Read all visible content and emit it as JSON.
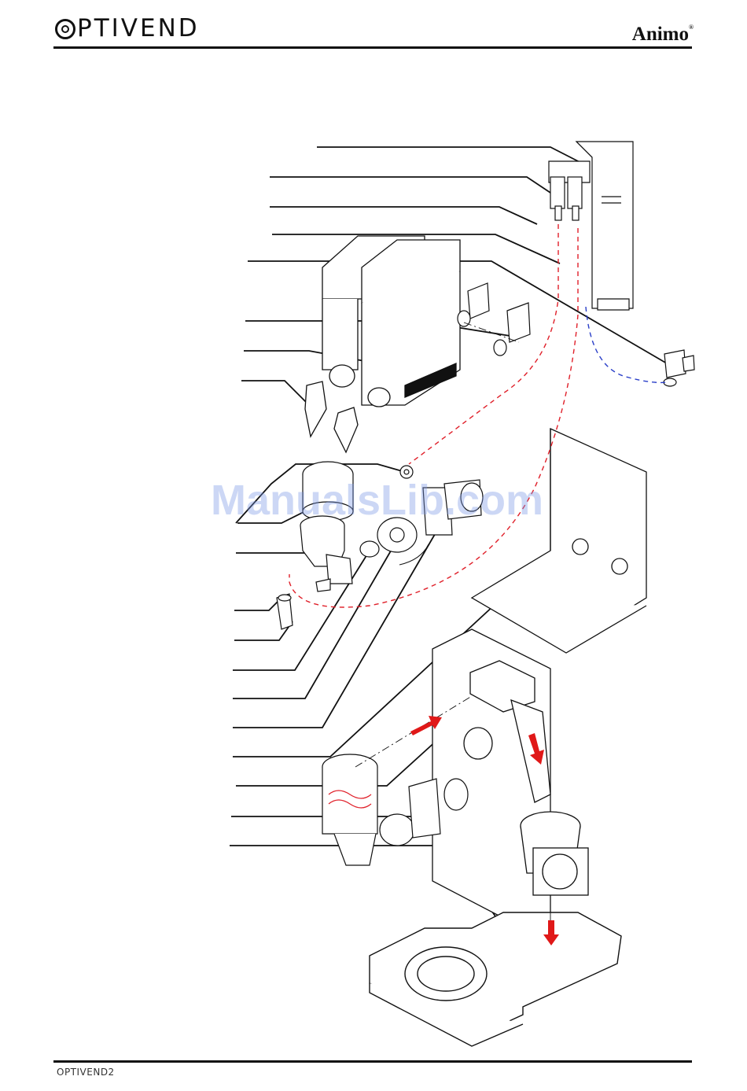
{
  "header": {
    "brand_left": "PTIVEND",
    "brand_right": "Animo",
    "brand_right_mark": "®"
  },
  "footer": {
    "brand": "OPTIVEND2"
  },
  "watermark": {
    "text": "ManualsLib.com"
  },
  "colors": {
    "rule": "#111111",
    "hot_water_line": "#e0202a",
    "cold_water_line": "#2a3fc8",
    "flow_arrow": "#e01818",
    "watermark": "#7896e6"
  },
  "icons": [
    "optivend-logo-icon",
    "animo-logo-icon"
  ]
}
